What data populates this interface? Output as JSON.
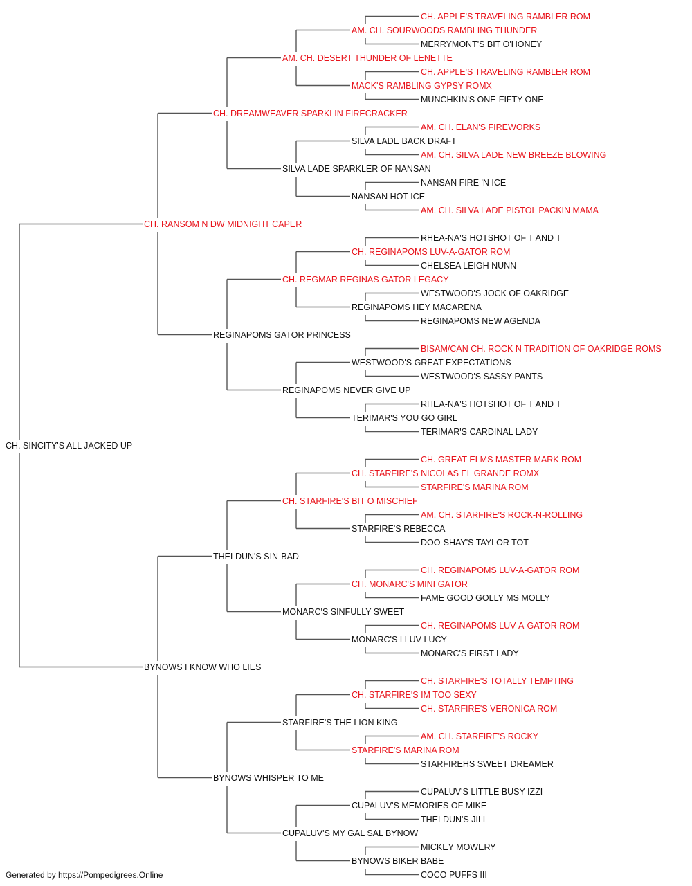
{
  "pedigree": {
    "name": "CH. SINCITY'S ALL JACKED UP",
    "champion": false,
    "sire": {
      "name": "CH. RANSOM N DW MIDNIGHT CAPER",
      "champion": true,
      "sire": {
        "name": "CH. DREAMWEAVER SPARKLIN FIRECRACKER",
        "champion": true,
        "sire": {
          "name": "AM. CH. DESERT THUNDER OF LENETTE",
          "champion": true,
          "sire": {
            "name": "AM. CH. SOURWOODS RAMBLING THUNDER",
            "champion": true,
            "sire": {
              "name": "CH. APPLE'S TRAVELING RAMBLER ROM",
              "champion": true
            },
            "dam": {
              "name": "MERRYMONT'S BIT O'HONEY",
              "champion": false
            }
          },
          "dam": {
            "name": "MACK'S RAMBLING GYPSY ROMX",
            "champion": true,
            "sire": {
              "name": "CH. APPLE'S TRAVELING RAMBLER ROM",
              "champion": true
            },
            "dam": {
              "name": "MUNCHKIN'S ONE-FIFTY-ONE",
              "champion": false
            }
          }
        },
        "dam": {
          "name": "SILVA LADE SPARKLER OF NANSAN",
          "champion": false,
          "sire": {
            "name": "SILVA LADE BACK DRAFT",
            "champion": false,
            "sire": {
              "name": "AM. CH. ELAN'S FIREWORKS",
              "champion": true
            },
            "dam": {
              "name": "AM. CH. SILVA LADE NEW BREEZE BLOWING",
              "champion": true
            }
          },
          "dam": {
            "name": "NANSAN HOT ICE",
            "champion": false,
            "sire": {
              "name": "NANSAN FIRE 'N ICE",
              "champion": false
            },
            "dam": {
              "name": "AM. CH. SILVA LADE PISTOL PACKIN MAMA",
              "champion": true
            }
          }
        }
      },
      "dam": {
        "name": "REGINAPOMS GATOR PRINCESS",
        "champion": false,
        "sire": {
          "name": "CH. REGMAR REGINAS GATOR LEGACY",
          "champion": true,
          "sire": {
            "name": "CH. REGINAPOMS LUV-A-GATOR ROM",
            "champion": true,
            "sire": {
              "name": "RHEA-NA'S HOTSHOT OF T AND T",
              "champion": false
            },
            "dam": {
              "name": "CHELSEA LEIGH NUNN",
              "champion": false
            }
          },
          "dam": {
            "name": "REGINAPOMS HEY MACARENA",
            "champion": false,
            "sire": {
              "name": "WESTWOOD'S JOCK OF OAKRIDGE",
              "champion": false
            },
            "dam": {
              "name": "REGINAPOMS NEW AGENDA",
              "champion": false
            }
          }
        },
        "dam": {
          "name": "REGINAPOMS NEVER GIVE UP",
          "champion": false,
          "sire": {
            "name": "WESTWOOD'S GREAT EXPECTATIONS",
            "champion": false,
            "sire": {
              "name": "BISAM/CAN CH. ROCK N TRADITION OF OAKRIDGE ROMS",
              "champion": true
            },
            "dam": {
              "name": "WESTWOOD'S SASSY PANTS",
              "champion": false
            }
          },
          "dam": {
            "name": "TERIMAR'S YOU GO GIRL",
            "champion": false,
            "sire": {
              "name": "RHEA-NA'S HOTSHOT OF T AND T",
              "champion": false
            },
            "dam": {
              "name": "TERIMAR'S CARDINAL LADY",
              "champion": false
            }
          }
        }
      }
    },
    "dam": {
      "name": "BYNOWS I KNOW WHO LIES",
      "champion": false,
      "sire": {
        "name": "THELDUN'S SIN-BAD",
        "champion": false,
        "sire": {
          "name": "CH. STARFIRE'S BIT O MISCHIEF",
          "champion": true,
          "sire": {
            "name": "CH. STARFIRE'S NICOLAS EL GRANDE ROMX",
            "champion": true,
            "sire": {
              "name": "CH. GREAT ELMS MASTER MARK ROM",
              "champion": true
            },
            "dam": {
              "name": "STARFIRE'S MARINA ROM",
              "champion": true
            }
          },
          "dam": {
            "name": "STARFIRE'S REBECCA",
            "champion": false,
            "sire": {
              "name": "AM. CH. STARFIRE'S ROCK-N-ROLLING",
              "champion": true
            },
            "dam": {
              "name": "DOO-SHAY'S TAYLOR TOT",
              "champion": false
            }
          }
        },
        "dam": {
          "name": "MONARC'S SINFULLY SWEET",
          "champion": false,
          "sire": {
            "name": "CH. MONARC'S MINI GATOR",
            "champion": true,
            "sire": {
              "name": "CH. REGINAPOMS LUV-A-GATOR ROM",
              "champion": true
            },
            "dam": {
              "name": "FAME GOOD GOLLY MS MOLLY",
              "champion": false
            }
          },
          "dam": {
            "name": "MONARC'S I LUV LUCY",
            "champion": false,
            "sire": {
              "name": "CH. REGINAPOMS LUV-A-GATOR ROM",
              "champion": true
            },
            "dam": {
              "name": "MONARC'S FIRST LADY",
              "champion": false
            }
          }
        }
      },
      "dam": {
        "name": "BYNOWS WHISPER TO ME",
        "champion": false,
        "sire": {
          "name": "STARFIRE'S THE LION KING",
          "champion": false,
          "sire": {
            "name": "CH. STARFIRE'S IM TOO SEXY",
            "champion": true,
            "sire": {
              "name": "CH. STARFIRE'S TOTALLY TEMPTING",
              "champion": true
            },
            "dam": {
              "name": "CH. STARFIRE'S VERONICA ROM",
              "champion": true
            }
          },
          "dam": {
            "name": "STARFIRE'S MARINA ROM",
            "champion": true,
            "sire": {
              "name": "AM. CH. STARFIRE'S ROCKY",
              "champion": true
            },
            "dam": {
              "name": "STARFIREHS SWEET DREAMER",
              "champion": false
            }
          }
        },
        "dam": {
          "name": "CUPALUV'S MY GAL SAL BYNOW",
          "champion": false,
          "sire": {
            "name": "CUPALUV'S MEMORIES OF MIKE",
            "champion": false,
            "sire": {
              "name": "CUPALUV'S LITTLE BUSY IZZI",
              "champion": false
            },
            "dam": {
              "name": "THELDUN'S JILL",
              "champion": false
            }
          },
          "dam": {
            "name": "BYNOWS BIKER BABE",
            "champion": false,
            "sire": {
              "name": "MICKEY MOWERY",
              "champion": false
            },
            "dam": {
              "name": "COCO PUFFS III",
              "champion": false
            }
          }
        }
      }
    }
  },
  "colors": {
    "champion": "#e8131b",
    "regular": "#111111",
    "connector": "#555555"
  },
  "footer": "Generated by https://Pompedigrees.Online"
}
